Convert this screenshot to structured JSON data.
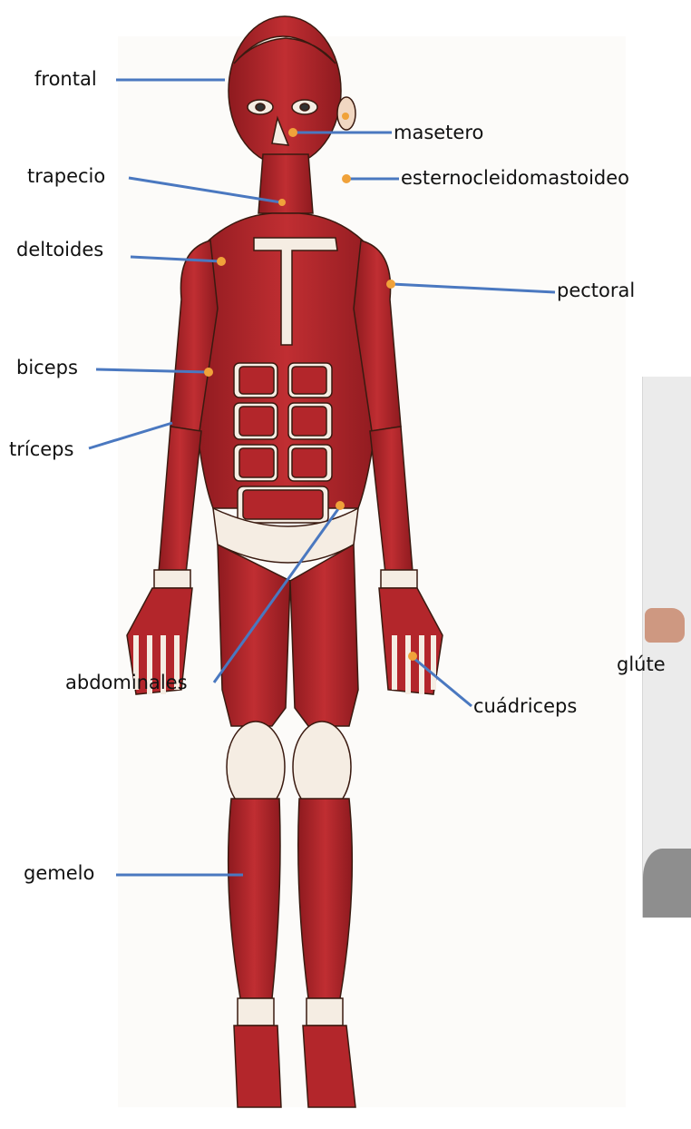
{
  "labels": {
    "frontal": "frontal",
    "masetero": "masetero",
    "trapecio": "trapecio",
    "esternocleidomastoideo": "esternocleidomastoideo",
    "deltoides": "deltoides",
    "pectoral": "pectoral",
    "biceps": "biceps",
    "triceps": "tríceps",
    "abdominales": "abdominales",
    "cuadriceps": "cuádriceps",
    "gemelo": "gemelo",
    "gluteo_partial": "glúte"
  },
  "colors": {
    "muscle": "#b3262b",
    "muscle_dark": "#7e151a",
    "tendon": "#f5ede3",
    "skin_outline": "#3a1a10",
    "leader_line": "#4a78c0",
    "marker": "#f0a23a",
    "label_text": "#111111"
  },
  "icons": {
    "figure": "human-muscle-figure",
    "inset_figure": "posterior-figure-fragment"
  }
}
